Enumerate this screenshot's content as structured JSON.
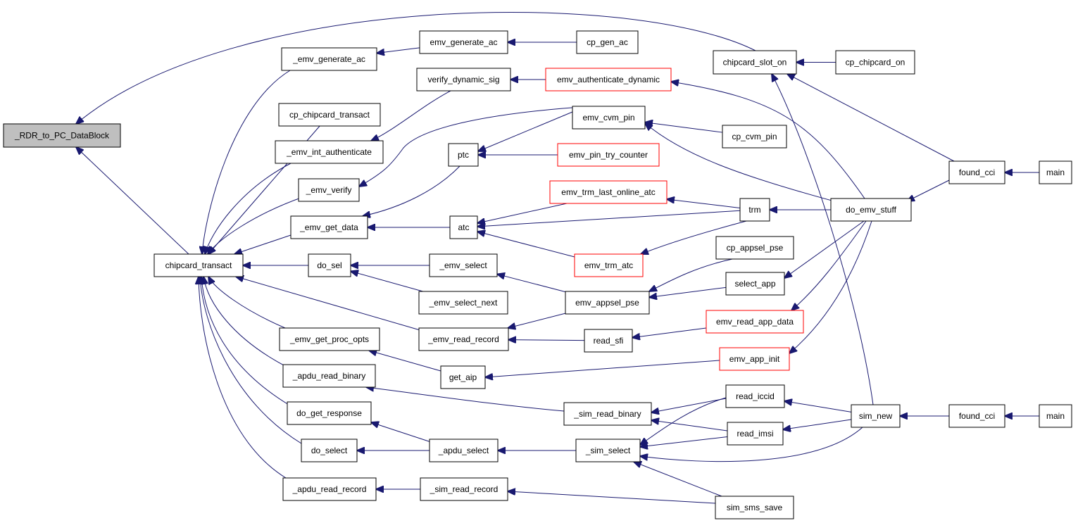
{
  "colors": {
    "edge": "#191970",
    "arrowhead": "#191970",
    "root_fill": "#bfbfbf",
    "box_fill": "#ffffff",
    "box_border": "#000000",
    "truncated_border": "#ff0000",
    "text": "#000000"
  },
  "nodes": [
    {
      "id": "rdr",
      "label": "_RDR_to_PC_DataBlock"
    },
    {
      "id": "ct",
      "label": "chipcard_transact"
    },
    {
      "id": "ega",
      "label": "_emv_generate_ac"
    },
    {
      "id": "cpct",
      "label": "cp_chipcard_transact"
    },
    {
      "id": "eia",
      "label": "_emv_int_authenticate"
    },
    {
      "id": "ev",
      "label": "_emv_verify"
    },
    {
      "id": "egd",
      "label": "_emv_get_data"
    },
    {
      "id": "dsel",
      "label": "do_sel"
    },
    {
      "id": "egpo",
      "label": "_emv_get_proc_opts"
    },
    {
      "id": "arb",
      "label": "_apdu_read_binary"
    },
    {
      "id": "dgr",
      "label": "do_get_response"
    },
    {
      "id": "dselect",
      "label": "do_select"
    },
    {
      "id": "arr",
      "label": "_apdu_read_record"
    },
    {
      "id": "eg",
      "label": "emv_generate_ac"
    },
    {
      "id": "vds",
      "label": "verify_dynamic_sig"
    },
    {
      "id": "ptc",
      "label": "ptc"
    },
    {
      "id": "atc",
      "label": "atc"
    },
    {
      "id": "es",
      "label": "_emv_select"
    },
    {
      "id": "esn",
      "label": "_emv_select_next"
    },
    {
      "id": "err",
      "label": "_emv_read_record"
    },
    {
      "id": "gaip",
      "label": "get_aip"
    },
    {
      "id": "srb",
      "label": "_sim_read_binary"
    },
    {
      "id": "as",
      "label": "_apdu_select"
    },
    {
      "id": "srr",
      "label": "_sim_read_record"
    },
    {
      "id": "cpga",
      "label": "cp_gen_ac"
    },
    {
      "id": "ead",
      "label": "emv_authenticate_dynamic",
      "truncated": true
    },
    {
      "id": "ecp",
      "label": "emv_cvm_pin"
    },
    {
      "id": "eptc",
      "label": "emv_pin_try_counter",
      "truncated": true
    },
    {
      "id": "etloa",
      "label": "emv_trm_last_online_atc",
      "truncated": true
    },
    {
      "id": "eta",
      "label": "emv_trm_atc",
      "truncated": true
    },
    {
      "id": "eap",
      "label": "emv_appsel_pse"
    },
    {
      "id": "rsfi",
      "label": "read_sfi"
    },
    {
      "id": "ss",
      "label": "_sim_select"
    },
    {
      "id": "cso",
      "label": "chipcard_slot_on"
    },
    {
      "id": "cpcvm",
      "label": "cp_cvm_pin"
    },
    {
      "id": "trm",
      "label": "trm"
    },
    {
      "id": "cpap",
      "label": "cp_appsel_pse"
    },
    {
      "id": "sapp",
      "label": "select_app"
    },
    {
      "id": "erad",
      "label": "emv_read_app_data",
      "truncated": true
    },
    {
      "id": "eai",
      "label": "emv_app_init",
      "truncated": true
    },
    {
      "id": "riccid",
      "label": "read_iccid"
    },
    {
      "id": "rimsi",
      "label": "read_imsi"
    },
    {
      "id": "sss",
      "label": "sim_sms_save"
    },
    {
      "id": "cpco",
      "label": "cp_chipcard_on"
    },
    {
      "id": "des",
      "label": "do_emv_stuff"
    },
    {
      "id": "snew",
      "label": "sim_new"
    },
    {
      "id": "fcci1",
      "label": "found_cci"
    },
    {
      "id": "fcci2",
      "label": "found_cci"
    },
    {
      "id": "main1",
      "label": "main"
    },
    {
      "id": "main2",
      "label": "main"
    }
  ],
  "edges": [
    {
      "from": "ct",
      "to": "rdr"
    },
    {
      "from": "cso",
      "to": "rdr"
    },
    {
      "from": "ega",
      "to": "ct"
    },
    {
      "from": "cpct",
      "to": "ct"
    },
    {
      "from": "eia",
      "to": "ct"
    },
    {
      "from": "ev",
      "to": "ct"
    },
    {
      "from": "egd",
      "to": "ct"
    },
    {
      "from": "dsel",
      "to": "ct"
    },
    {
      "from": "err",
      "to": "ct"
    },
    {
      "from": "egpo",
      "to": "ct"
    },
    {
      "from": "arb",
      "to": "ct"
    },
    {
      "from": "dgr",
      "to": "ct"
    },
    {
      "from": "dselect",
      "to": "ct"
    },
    {
      "from": "arr",
      "to": "ct"
    },
    {
      "from": "eg",
      "to": "ega"
    },
    {
      "from": "cpga",
      "to": "eg"
    },
    {
      "from": "vds",
      "to": "eia"
    },
    {
      "from": "ead",
      "to": "vds"
    },
    {
      "from": "ecp",
      "to": "ev"
    },
    {
      "from": "ptc",
      "to": "egd"
    },
    {
      "from": "atc",
      "to": "egd"
    },
    {
      "from": "ecp",
      "to": "ptc"
    },
    {
      "from": "eptc",
      "to": "ptc"
    },
    {
      "from": "etloa",
      "to": "atc"
    },
    {
      "from": "trm",
      "to": "atc"
    },
    {
      "from": "eta",
      "to": "atc"
    },
    {
      "from": "es",
      "to": "dsel"
    },
    {
      "from": "esn",
      "to": "dsel"
    },
    {
      "from": "eap",
      "to": "es"
    },
    {
      "from": "eap",
      "to": "err"
    },
    {
      "from": "rsfi",
      "to": "err"
    },
    {
      "from": "gaip",
      "to": "egpo"
    },
    {
      "from": "eai",
      "to": "gaip"
    },
    {
      "from": "srb",
      "to": "arb"
    },
    {
      "from": "as",
      "to": "dgr"
    },
    {
      "from": "as",
      "to": "dselect"
    },
    {
      "from": "ss",
      "to": "as"
    },
    {
      "from": "srr",
      "to": "arr"
    },
    {
      "from": "sss",
      "to": "srr"
    },
    {
      "from": "riccid",
      "to": "srb"
    },
    {
      "from": "rimsi",
      "to": "srb"
    },
    {
      "from": "riccid",
      "to": "ss"
    },
    {
      "from": "rimsi",
      "to": "ss"
    },
    {
      "from": "snew",
      "to": "ss"
    },
    {
      "from": "sss",
      "to": "ss"
    },
    {
      "from": "cpco",
      "to": "cso"
    },
    {
      "from": "fcci1",
      "to": "cso"
    },
    {
      "from": "snew",
      "to": "cso"
    },
    {
      "from": "des",
      "to": "ead"
    },
    {
      "from": "cpcvm",
      "to": "ecp"
    },
    {
      "from": "des",
      "to": "ecp"
    },
    {
      "from": "trm",
      "to": "etloa"
    },
    {
      "from": "trm",
      "to": "eta"
    },
    {
      "from": "cpap",
      "to": "eap"
    },
    {
      "from": "sapp",
      "to": "eap"
    },
    {
      "from": "erad",
      "to": "rsfi"
    },
    {
      "from": "des",
      "to": "trm"
    },
    {
      "from": "des",
      "to": "sapp"
    },
    {
      "from": "des",
      "to": "erad"
    },
    {
      "from": "des",
      "to": "eai"
    },
    {
      "from": "snew",
      "to": "riccid"
    },
    {
      "from": "snew",
      "to": "rimsi"
    },
    {
      "from": "fcci1",
      "to": "des"
    },
    {
      "from": "fcci2",
      "to": "snew"
    },
    {
      "from": "main1",
      "to": "fcci1"
    },
    {
      "from": "main2",
      "to": "fcci2"
    }
  ]
}
